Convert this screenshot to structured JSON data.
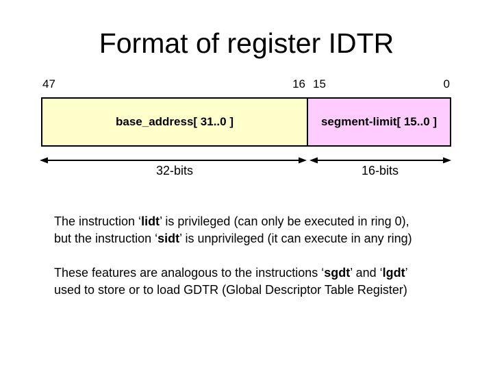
{
  "slide": {
    "title": "Format of register IDTR"
  },
  "diagram": {
    "bit_labels": {
      "bit47": "47",
      "bit16": "16",
      "bit15": "15",
      "bit0": "0"
    },
    "fields": [
      {
        "label": "base_address[ 31..0 ]",
        "width_label": "32-bits",
        "fill": "#ffffcc"
      },
      {
        "label": "segment-limit[ 15..0 ]",
        "width_label": "16-bits",
        "fill": "#ffccff"
      }
    ],
    "arrow_color": "#000000",
    "border_color": "#000000"
  },
  "paragraphs": [
    {
      "lines": [
        {
          "segments": [
            {
              "text": "The instruction ‘"
            },
            {
              "text": "lidt",
              "bold": true
            },
            {
              "text": "’ is privileged (can only be executed in ring 0),"
            }
          ]
        },
        {
          "segments": [
            {
              "text": "but the instruction ‘"
            },
            {
              "text": "sidt",
              "bold": true
            },
            {
              "text": "’ is unprivileged (it can execute in any ring)"
            }
          ]
        }
      ]
    },
    {
      "lines": [
        {
          "segments": [
            {
              "text": "These features are analogous to the instructions ‘"
            },
            {
              "text": "sgdt",
              "bold": true
            },
            {
              "text": "’ and ‘"
            },
            {
              "text": "lgdt",
              "bold": true
            },
            {
              "text": "’"
            }
          ]
        },
        {
          "segments": [
            {
              "text": "used to store or to load GDTR (Global Descriptor Table Register)"
            }
          ]
        }
      ]
    }
  ]
}
